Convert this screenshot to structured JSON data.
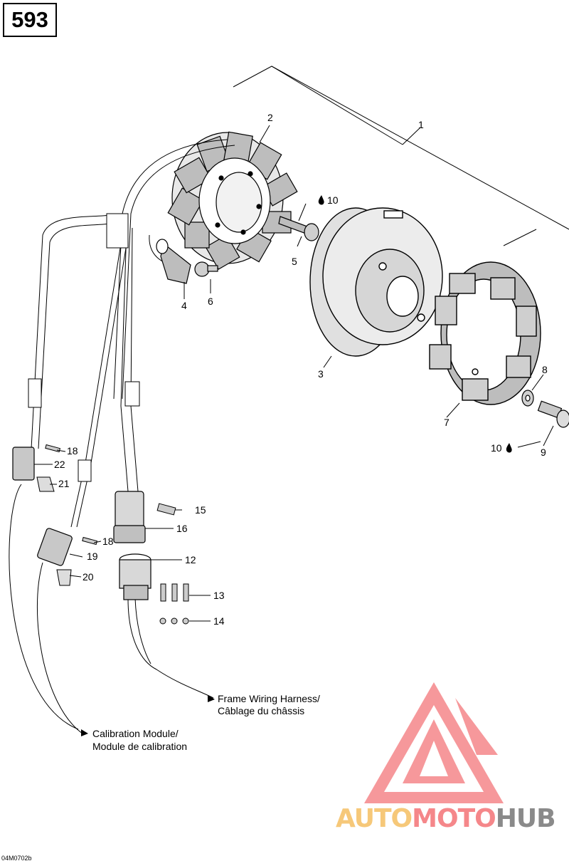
{
  "page_number": "593",
  "drawing_code": "04M0702b",
  "callouts": {
    "c1": "1",
    "c2": "2",
    "c3": "3",
    "c4": "4",
    "c5": "5",
    "c6": "6",
    "c7": "7",
    "c8": "8",
    "c9": "9",
    "c10a": "10",
    "c10b": "10",
    "c12": "12",
    "c13": "13",
    "c14": "14",
    "c15": "15",
    "c16": "16",
    "c18a": "18",
    "c18b": "18",
    "c19": "19",
    "c20": "20",
    "c21": "21",
    "c22": "22"
  },
  "notes": {
    "frame_harness_en": "Frame Wiring Harness/",
    "frame_harness_fr": "Câblage du châssis",
    "calibration_en": "Calibration Module/",
    "calibration_fr": "Module de calibration"
  },
  "watermark": {
    "text_auto": "AUTO",
    "text_moto": "MOTO",
    "text_hub": "HUB",
    "colors": {
      "auto": "#f6c879",
      "moto": "#f5878a",
      "hub": "#8a8a8a",
      "logo": "#f5878a"
    }
  },
  "icons": {
    "loctite": "drop-icon"
  }
}
